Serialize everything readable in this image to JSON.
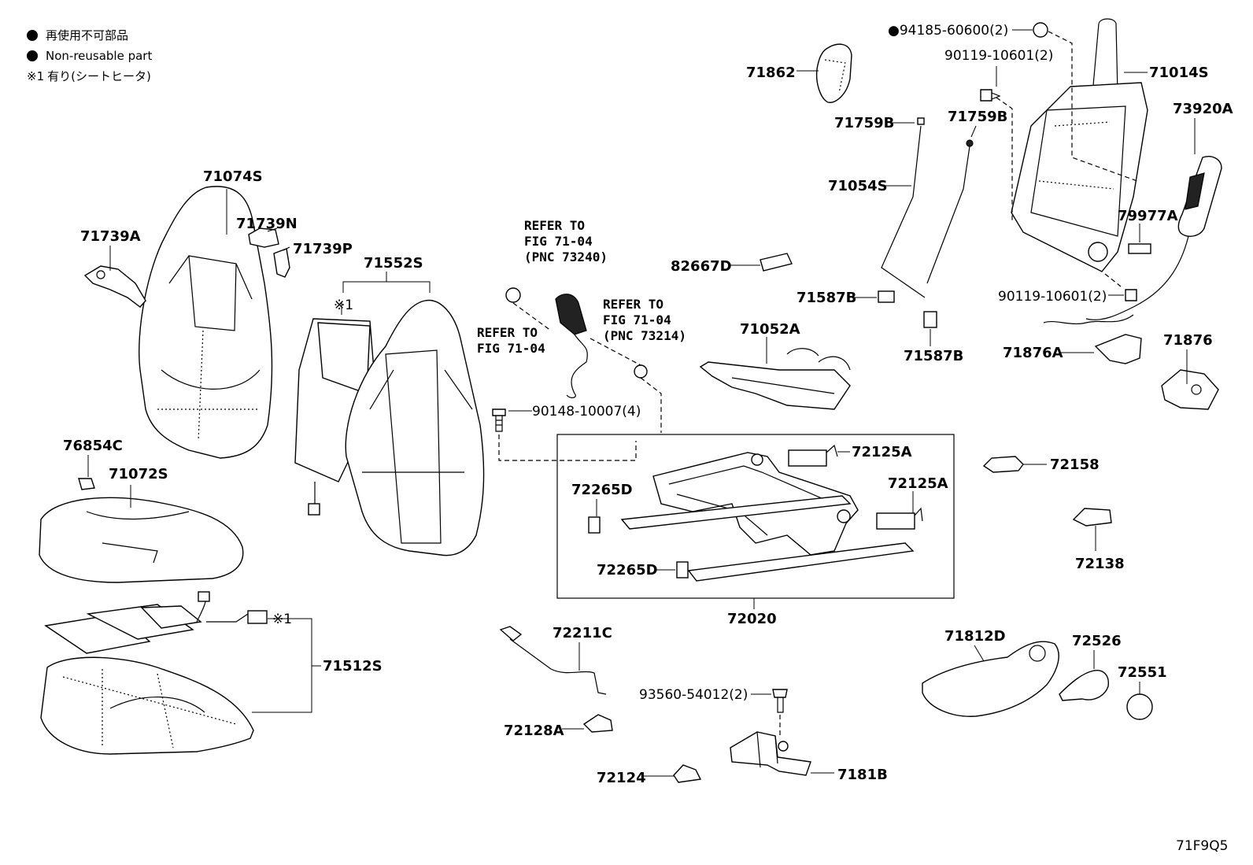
{
  "legend": {
    "ja_nonreusable": "再使用不可部品",
    "en_nonreusable": "Non-reusable part",
    "note_mark": "※1",
    "note_text": "有り(シートヒータ)"
  },
  "refer": {
    "a_line1": "REFER TO",
    "a_line2": "FIG 71-04",
    "a_line3": "(PNC 73240)",
    "b_line1": "REFER TO",
    "b_line2": "FIG 71-04",
    "c_line1": "REFER TO",
    "c_line2": "FIG 71-04",
    "c_line3": "(PNC 73214)"
  },
  "parts": {
    "p71074S": "71074S",
    "p71739N": "71739N",
    "p71739A": "71739A",
    "p71739P": "71739P",
    "p71552S": "71552S",
    "mark1a": "※1",
    "p76854C": "76854C",
    "p71072S": "71072S",
    "mark1b": "※1",
    "p71512S": "71512S",
    "p90148": "90148-10007(4)",
    "p71862": "71862",
    "p82667D": "82667D",
    "p94185": "●94185-60600(2)",
    "p90119a": "90119-10601(2)",
    "p71759Ba": "71759B",
    "p71759Bb": "71759B",
    "p71054S": "71054S",
    "p71587Ba": "71587B",
    "p71587Bb": "71587B",
    "p71052A": "71052A",
    "p71014S": "71014S",
    "p73920A": "73920A",
    "p79977A": "79977A",
    "p90119b": "90119-10601(2)",
    "p71876A": "71876A",
    "p71876": "71876",
    "p72125Aa": "72125A",
    "p72125Ab": "72125A",
    "p72265Da": "72265D",
    "p72265Db": "72265D",
    "p72020": "72020",
    "p72158": "72158",
    "p72138": "72138",
    "p72211C": "72211C",
    "p93560": "93560-54012(2)",
    "p72128A": "72128A",
    "p72124": "72124",
    "p7181B": "7181B",
    "p71812D": "71812D",
    "p72526": "72526",
    "p72551": "72551"
  },
  "figure_code": "71F9Q5"
}
